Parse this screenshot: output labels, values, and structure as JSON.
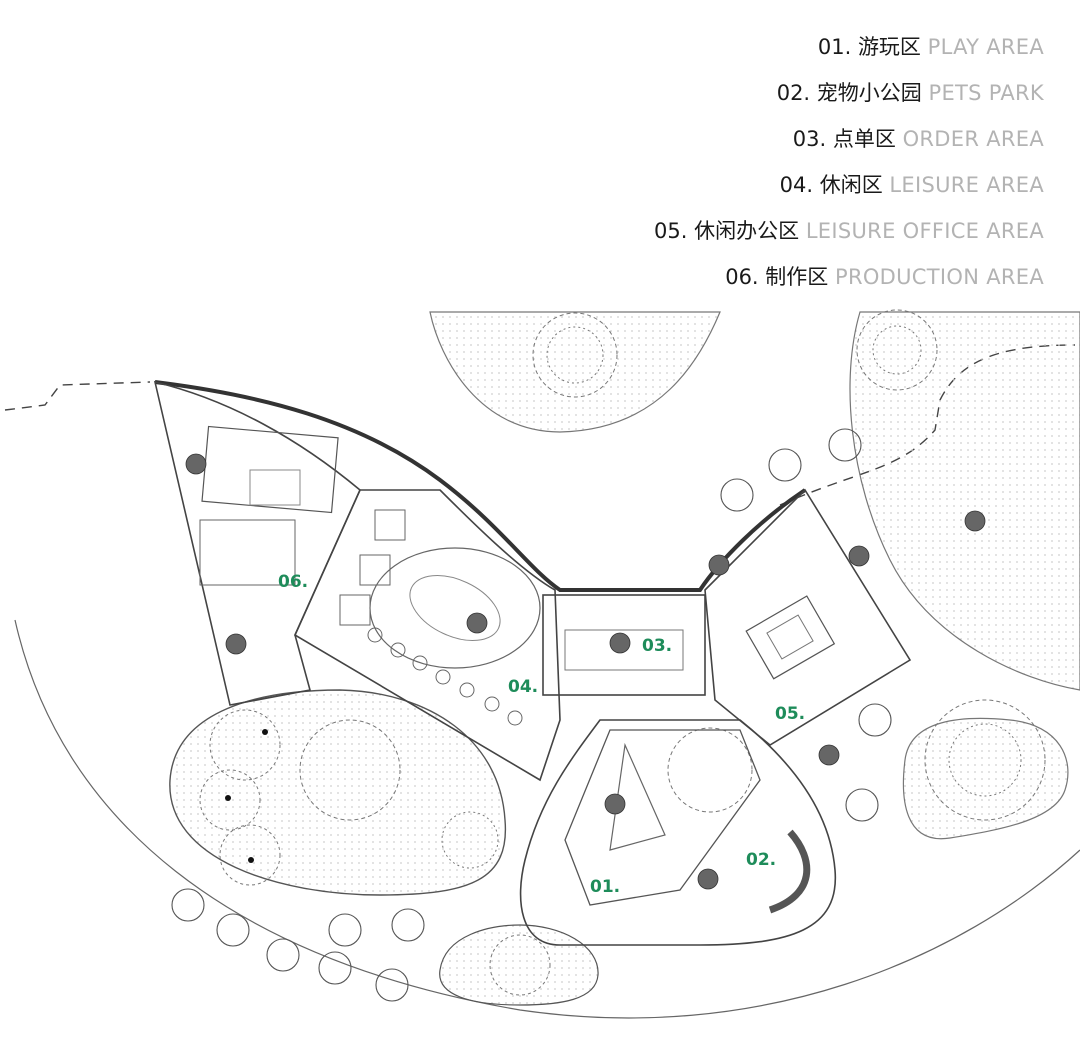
{
  "legend": [
    {
      "num": "01.",
      "zh": "游玩区",
      "en": "PLAY AREA"
    },
    {
      "num": "02.",
      "zh": "宠物小公园",
      "en": "PETS PARK"
    },
    {
      "num": "03.",
      "zh": "点单区",
      "en": "ORDER AREA"
    },
    {
      "num": "04.",
      "zh": "休闲区",
      "en": "LEISURE AREA"
    },
    {
      "num": "05.",
      "zh": "休闲办公区",
      "en": "LEISURE OFFICE AREA"
    },
    {
      "num": "06.",
      "zh": "制作区",
      "en": "PRODUCTION AREA"
    }
  ],
  "plan_labels": {
    "z01": "01.",
    "z02": "02.",
    "z03": "03.",
    "z04": "04.",
    "z05": "05.",
    "z06": "06."
  },
  "colors": {
    "label_green": "#1e8c5a",
    "line": "#555555",
    "legend_text": "#1a1a1a",
    "legend_en": "#b3b3b3",
    "column_fill": "#666666",
    "planting_dots": "#cfcfcf"
  }
}
